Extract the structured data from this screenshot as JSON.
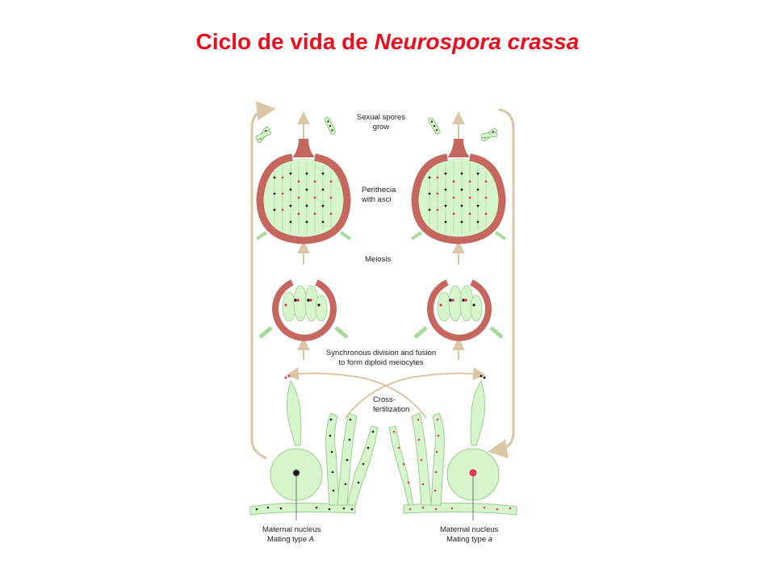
{
  "title": {
    "prefix": "Ciclo de vida de ",
    "species": "Neurospora crassa"
  },
  "labels": {
    "sexual_spores_1": "Sexual spores",
    "sexual_spores_2": "grow",
    "perithecia_1": "Perithecia",
    "perithecia_2": "with asci",
    "meiosis": "Meiosis",
    "synchronous_1": "Synchronous division and fusion",
    "synchronous_2": "to form diploid meiocytes",
    "cross_1": "Cross-",
    "cross_2": "fertilization",
    "maternal_left_1": "Maternal nucleus",
    "maternal_left_2_prefix": "Mating type ",
    "maternal_left_2_type": "A",
    "maternal_right_1": "Maternal nucleus",
    "maternal_right_2_prefix": "Mating type ",
    "maternal_right_2_type": "a"
  },
  "colors": {
    "title": "#e8101f",
    "hypha_fill": "#d6f5cc",
    "hypha_stroke": "#9ccf8f",
    "wall": "#c5675e",
    "wall_dark": "#9e4a43",
    "arrow": "#d9c7a6",
    "nucleus_black": "#1a1a1a",
    "nucleus_red": "#e8365a"
  }
}
